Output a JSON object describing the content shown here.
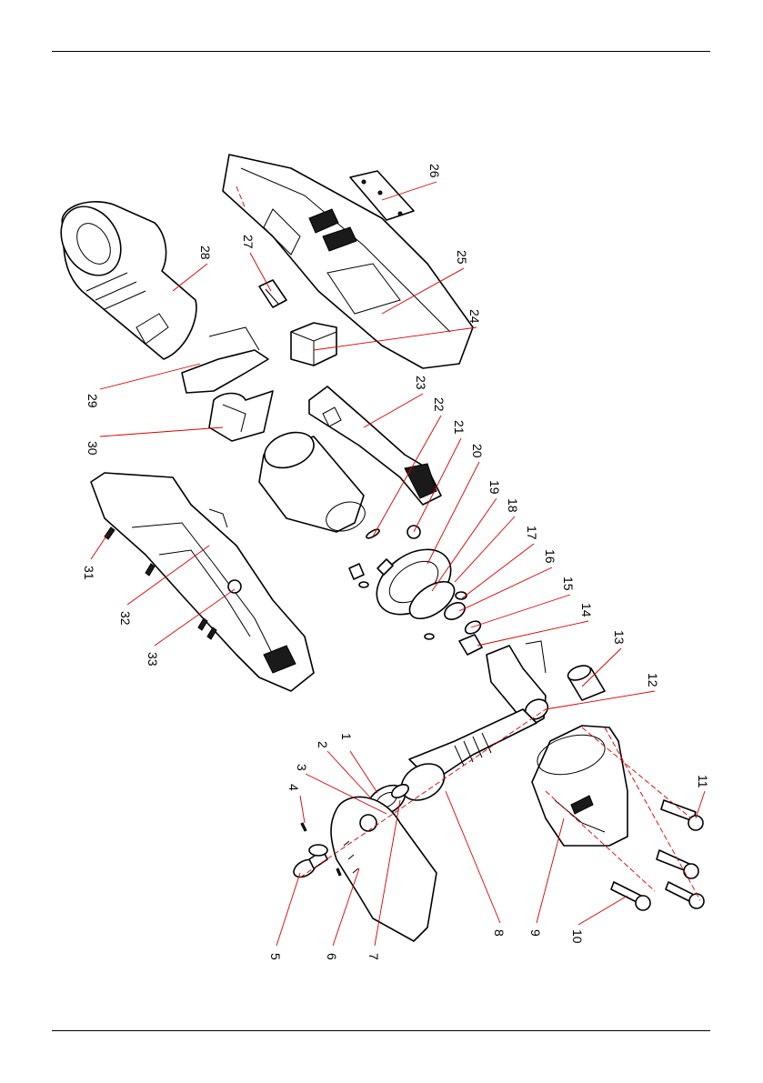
{
  "figure": {
    "callouts": [
      {
        "id": "c1",
        "label": "1"
      },
      {
        "id": "c2",
        "label": "2"
      },
      {
        "id": "c3",
        "label": "3"
      },
      {
        "id": "c4",
        "label": "4"
      },
      {
        "id": "c5",
        "label": "5"
      },
      {
        "id": "c6",
        "label": "6"
      },
      {
        "id": "c7",
        "label": "7"
      },
      {
        "id": "c8",
        "label": "8"
      },
      {
        "id": "c9",
        "label": "9"
      },
      {
        "id": "c10",
        "label": "10"
      },
      {
        "id": "c11",
        "label": "11"
      },
      {
        "id": "c12",
        "label": "12"
      },
      {
        "id": "c13",
        "label": "13"
      },
      {
        "id": "c14",
        "label": "14"
      },
      {
        "id": "c15",
        "label": "15"
      },
      {
        "id": "c16",
        "label": "16"
      },
      {
        "id": "c17",
        "label": "17"
      },
      {
        "id": "c18",
        "label": "18"
      },
      {
        "id": "c19",
        "label": "19"
      },
      {
        "id": "c20",
        "label": "20"
      },
      {
        "id": "c21",
        "label": "21"
      },
      {
        "id": "c22",
        "label": "22"
      },
      {
        "id": "c23",
        "label": "23"
      },
      {
        "id": "c24",
        "label": "24"
      },
      {
        "id": "c25",
        "label": "25"
      },
      {
        "id": "c26",
        "label": "26"
      },
      {
        "id": "c27",
        "label": "27"
      },
      {
        "id": "c28",
        "label": "28"
      },
      {
        "id": "c29",
        "label": "29"
      },
      {
        "id": "c30",
        "label": "30"
      },
      {
        "id": "c31",
        "label": "31"
      },
      {
        "id": "c32",
        "label": "32"
      },
      {
        "id": "c33",
        "label": "33"
      }
    ],
    "colors": {
      "leader": "#d40000",
      "line": "#000000"
    }
  }
}
